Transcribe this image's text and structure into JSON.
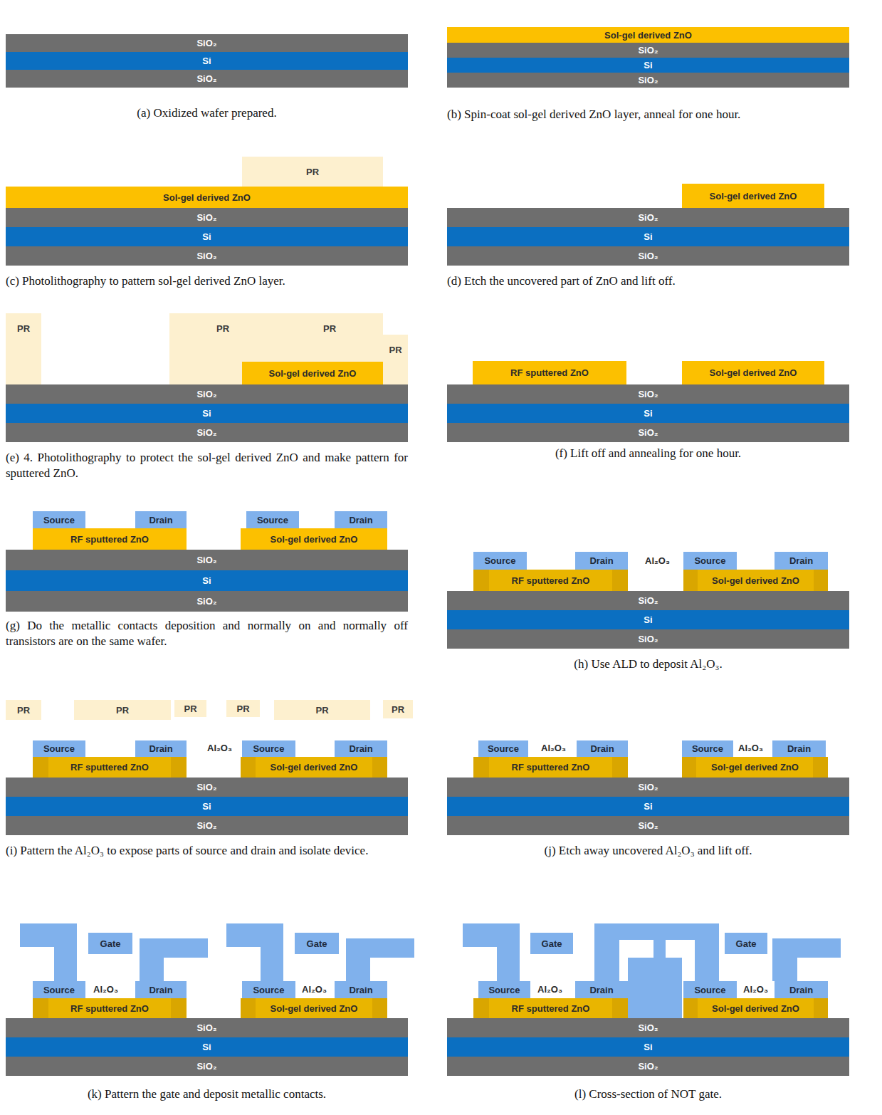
{
  "diagram": {
    "nodes": [
      {
        "text": [
          "SiO₂"
        ]
      },
      {
        "text": [
          "Si"
        ]
      },
      {
        "text": [
          "SiO₂"
        ]
      },
      {
        "text": [
          "Sol-gel derived ZnO"
        ]
      },
      {
        "text": [
          "SiO₂"
        ]
      },
      {
        "text": [
          "Si"
        ]
      },
      {
        "text": [
          "SiO₂"
        ]
      },
      {
        "text": [
          "PR"
        ]
      },
      {
        "text": [
          "Sol-gel derived ZnO"
        ]
      },
      {
        "text": [
          "SiO₂"
        ]
      },
      {
        "text": [
          "Si"
        ]
      },
      {
        "text": [
          "SiO₂"
        ]
      },
      {
        "text": [
          "Sol-gel derived ZnO"
        ]
      },
      {
        "text": [
          "SiO₂"
        ]
      },
      {
        "text": [
          "Si"
        ]
      },
      {
        "text": [
          "SiO₂"
        ]
      },
      {
        "text": [
          "PR"
        ]
      },
      {
        "text": [
          "PR",
          "PR"
        ]
      },
      {
        "text": [
          "Sol-gel derived ZnO"
        ],
        "in": 17
      },
      {
        "text": [
          "PR"
        ]
      },
      {
        "text": [
          "SiO₂"
        ]
      },
      {
        "text": [
          "Si"
        ]
      },
      {
        "text": [
          "SiO₂"
        ]
      },
      {
        "text": [
          "RF sputtered ZnO"
        ]
      },
      {
        "text": [
          "Sol-gel derived ZnO"
        ]
      },
      {
        "text": [
          "SiO₂"
        ]
      },
      {
        "text": [
          "Si"
        ]
      },
      {
        "text": [
          "SiO₂"
        ]
      },
      {
        "text": [
          "Source"
        ]
      },
      {
        "text": [
          "Drain"
        ]
      },
      {
        "text": [
          "Source"
        ]
      },
      {
        "text": [
          "Drain"
        ]
      },
      {
        "text": [
          "RF sputtered ZnO"
        ]
      },
      {
        "text": [
          "Sol-gel derived ZnO"
        ]
      },
      {
        "text": [
          "SiO₂"
        ]
      },
      {
        "text": [
          "Si"
        ]
      },
      {
        "text": [
          "SiO₂"
        ]
      },
      {
        "text": [
          "Source"
        ]
      },
      {
        "text": [
          "Drain"
        ]
      },
      {
        "text": [
          "Source"
        ]
      },
      {
        "text": [
          "Drain"
        ]
      },
      {
        "text": [
          "RF sputtered ZnO"
        ]
      },
      {
        "text": [
          "Sol-gel derived ZnO"
        ]
      },
      {
        "text": [
          "SiO₂"
        ]
      },
      {
        "text": [
          "Si"
        ]
      },
      {
        "text": [
          "SiO₂"
        ]
      },
      {
        "text": [
          "PR"
        ]
      },
      {
        "text": [
          "PR"
        ]
      },
      {
        "text": [
          "PR"
        ]
      },
      {
        "text": [
          "PR"
        ]
      },
      {
        "text": [
          "PR"
        ]
      },
      {
        "text": [
          "PR"
        ]
      },
      {
        "text": [
          "Source"
        ]
      },
      {
        "text": [
          "Drain"
        ]
      },
      {
        "text": [
          "Source"
        ]
      },
      {
        "text": [
          "Drain"
        ]
      },
      {
        "text": [
          "RF sputtered ZnO"
        ]
      },
      {
        "text": [
          "Sol-gel derived ZnO"
        ]
      },
      {
        "text": [
          "SiO₂"
        ]
      },
      {
        "text": [
          "Si"
        ]
      },
      {
        "text": [
          "SiO₂"
        ]
      },
      {
        "text": [
          "Source"
        ]
      },
      {
        "text": [
          "Drain"
        ]
      },
      {
        "text": [
          "Source"
        ]
      },
      {
        "text": [
          "Drain"
        ]
      },
      {
        "text": [
          "RF sputtered ZnO"
        ]
      },
      {
        "text": [
          "Sol-gel derived ZnO"
        ]
      },
      {
        "text": [
          "SiO₂"
        ]
      },
      {
        "text": [
          "Si"
        ]
      },
      {
        "text": [
          "SiO₂"
        ]
      },
      {
        "text": [
          "Gate"
        ]
      },
      {
        "text": [
          "Gate"
        ]
      },
      {
        "text": [
          "Source"
        ]
      },
      {
        "text": [
          "Drain"
        ]
      },
      {
        "text": [
          "Source"
        ]
      },
      {
        "text": [
          "Drain"
        ]
      },
      {
        "text": [
          "RF sputtered ZnO"
        ]
      },
      {
        "text": [
          "Sol-gel derived ZnO"
        ]
      },
      {
        "text": [
          "SiO₂"
        ]
      },
      {
        "text": [
          "Si"
        ]
      },
      {
        "text": [
          "SiO₂"
        ]
      },
      {
        "text": [
          "Gate"
        ]
      },
      {
        "text": [
          "Gate"
        ]
      },
      {
        "text": [
          "Source"
        ]
      },
      {
        "text": [
          "Drain"
        ]
      },
      {
        "text": [
          "Source"
        ]
      },
      {
        "text": [
          "Drain"
        ]
      },
      {
        "text": [
          "RF sputtered ZnO"
        ]
      },
      {
        "text": [
          "Sol-gel derived ZnO"
        ]
      },
      {
        "text": [
          "SiO₂"
        ]
      },
      {
        "text": [
          "Si"
        ]
      },
      {
        "text": [
          "SiO₂"
        ]
      }
    ],
    "labels": [
      "(a) Oxidized wafer prepared.",
      "(b) Spin-coat sol-gel derived ZnO layer, anneal for one hour.",
      "(c) Photolithography to pattern sol-gel derived ZnO layer.",
      "(d) Etch the uncovered part of ZnO and lift off.",
      "(e) 4. Photolithography to protect the sol-gel derived ZnO and make pattern for sputtered ZnO.",
      "(f) Lift off and annealing for one hour.",
      "(g) Do the metallic contacts deposition and normally on and normally off transistors are on the same wafer.",
      "Al₂O₃",
      "(h) Use ALD to deposit Al₂O₃.",
      "Al₂O₃",
      "(i) Pattern the Al₂O₃ to expose parts of source and drain and isolate device.",
      "Al₂O₃",
      "Al₂O₃",
      "(j) Etch away uncovered Al₂O₃ and lift off.",
      "Al₂O₃",
      "Al₂O₃",
      "(k) Pattern the gate and deposit metallic contacts.",
      "Al₂O₃",
      "Al₂O₃",
      "(l) Cross-section of NOT gate."
    ]
  }
}
